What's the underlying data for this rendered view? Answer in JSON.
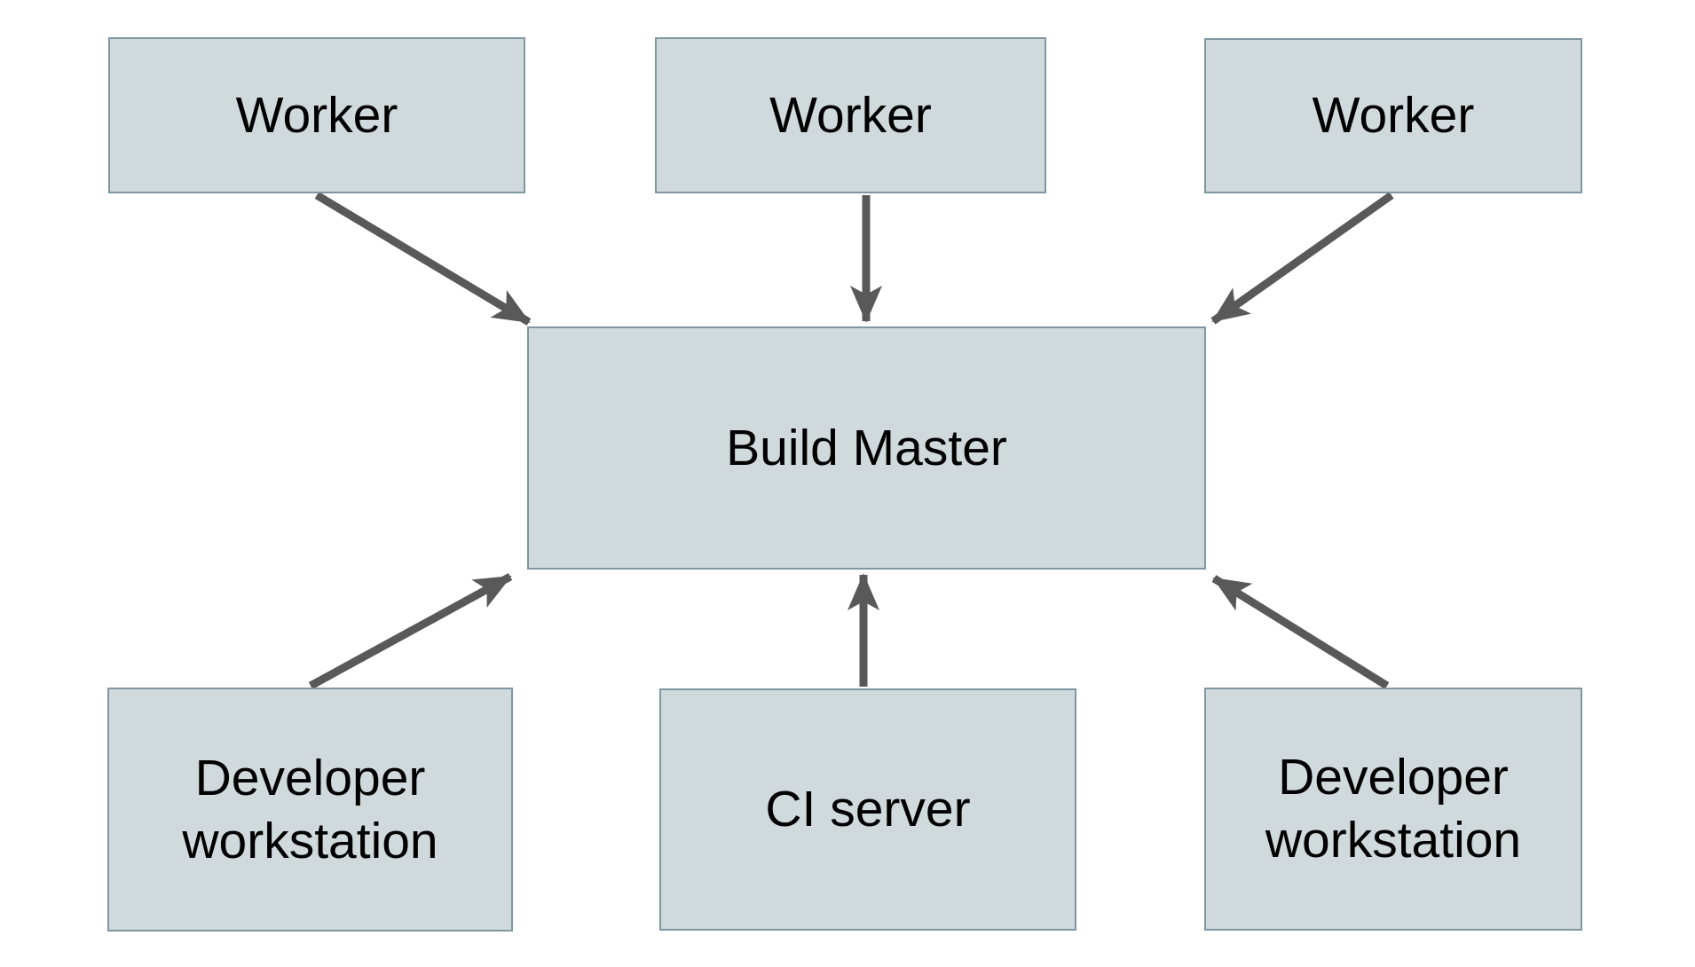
{
  "diagram": {
    "title_hidden": "",
    "colors": {
      "background": "#ffffff",
      "node_fill": "#d0d9dc",
      "node_border": "#7f97a1",
      "arrow": "#595959",
      "text": "#000000"
    },
    "nodes": [
      {
        "id": "worker-1",
        "label": "Worker"
      },
      {
        "id": "worker-2",
        "label": "Worker"
      },
      {
        "id": "worker-3",
        "label": "Worker"
      },
      {
        "id": "build-master",
        "label": "Build Master"
      },
      {
        "id": "dev-workstation-left",
        "label": "Developer workstation"
      },
      {
        "id": "ci-server",
        "label": "CI server"
      },
      {
        "id": "dev-workstation-right",
        "label": "Developer workstation"
      }
    ],
    "edges": [
      {
        "from": "worker-1",
        "to": "build-master"
      },
      {
        "from": "worker-2",
        "to": "build-master"
      },
      {
        "from": "worker-3",
        "to": "build-master"
      },
      {
        "from": "dev-workstation-left",
        "to": "build-master"
      },
      {
        "from": "ci-server",
        "to": "build-master"
      },
      {
        "from": "dev-workstation-right",
        "to": "build-master"
      }
    ]
  }
}
